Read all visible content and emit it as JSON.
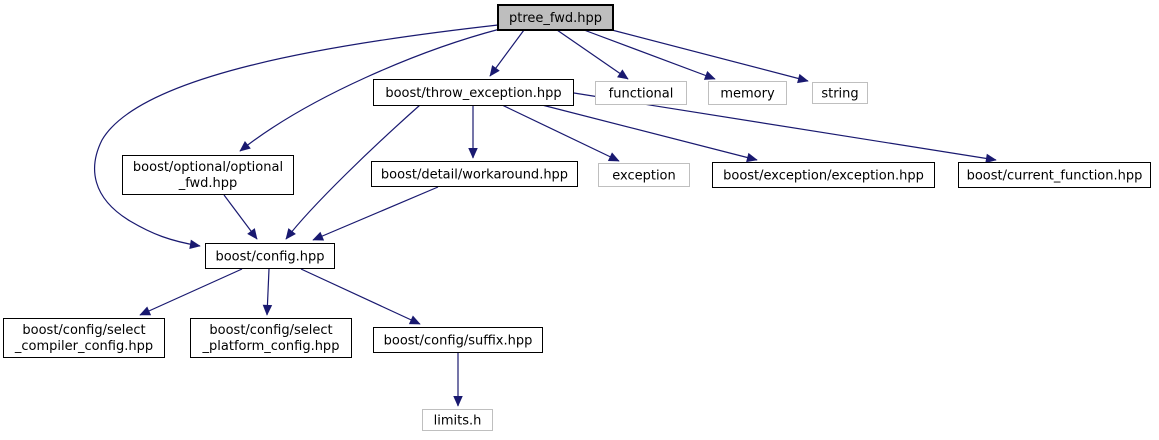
{
  "diagram": {
    "type": "include-dependency-graph",
    "root_file": "ptree_fwd.hpp",
    "colors": {
      "edge": "#191970",
      "root_fill": "#bebebe",
      "node_border": "#000000",
      "external_node_border": "#bfbfbf",
      "background": "#ffffff",
      "text": "#000000"
    },
    "nodes": {
      "ptree_fwd": {
        "label": "ptree_fwd.hpp"
      },
      "throw_exception": {
        "label": "boost/throw_exception.hpp"
      },
      "functional": {
        "label": "functional"
      },
      "memory": {
        "label": "memory"
      },
      "string": {
        "label": "string"
      },
      "optional_fwd": {
        "line1": "boost/optional/optional",
        "line2": "_fwd.hpp"
      },
      "workaround": {
        "label": "boost/detail/workaround.hpp"
      },
      "exception_std": {
        "label": "exception"
      },
      "exception_hpp": {
        "label": "boost/exception/exception.hpp"
      },
      "current_function": {
        "label": "boost/current_function.hpp"
      },
      "config": {
        "label": "boost/config.hpp"
      },
      "select_compiler": {
        "line1": "boost/config/select",
        "line2": "_compiler_config.hpp"
      },
      "select_platform": {
        "line1": "boost/config/select",
        "line2": "_platform_config.hpp"
      },
      "suffix": {
        "label": "boost/config/suffix.hpp"
      },
      "limits": {
        "label": "limits.h"
      }
    },
    "edges": [
      {
        "from": "ptree_fwd.hpp",
        "to": "boost/throw_exception.hpp"
      },
      {
        "from": "ptree_fwd.hpp",
        "to": "functional"
      },
      {
        "from": "ptree_fwd.hpp",
        "to": "memory"
      },
      {
        "from": "ptree_fwd.hpp",
        "to": "string"
      },
      {
        "from": "ptree_fwd.hpp",
        "to": "boost/optional/optional_fwd.hpp"
      },
      {
        "from": "ptree_fwd.hpp",
        "to": "boost/config.hpp"
      },
      {
        "from": "boost/throw_exception.hpp",
        "to": "boost/detail/workaround.hpp"
      },
      {
        "from": "boost/throw_exception.hpp",
        "to": "exception"
      },
      {
        "from": "boost/throw_exception.hpp",
        "to": "boost/exception/exception.hpp"
      },
      {
        "from": "boost/throw_exception.hpp",
        "to": "boost/current_function.hpp"
      },
      {
        "from": "boost/throw_exception.hpp",
        "to": "boost/config.hpp"
      },
      {
        "from": "boost/optional/optional_fwd.hpp",
        "to": "boost/config.hpp"
      },
      {
        "from": "boost/detail/workaround.hpp",
        "to": "boost/config.hpp"
      },
      {
        "from": "boost/config.hpp",
        "to": "boost/config/select_compiler_config.hpp"
      },
      {
        "from": "boost/config.hpp",
        "to": "boost/config/select_platform_config.hpp"
      },
      {
        "from": "boost/config.hpp",
        "to": "boost/config/suffix.hpp"
      },
      {
        "from": "boost/config/suffix.hpp",
        "to": "limits.h"
      }
    ]
  }
}
